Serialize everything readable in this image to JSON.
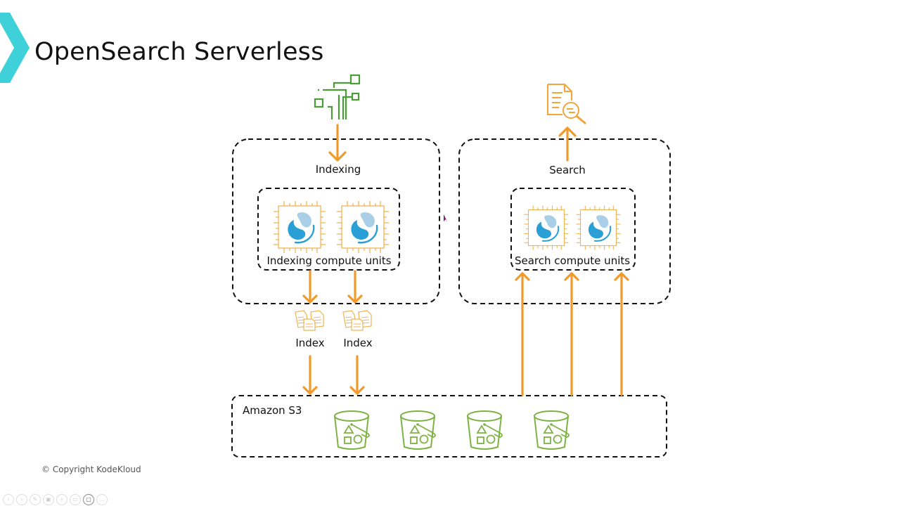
{
  "slide": {
    "title": "OpenSearch Serverless",
    "copyright": "© Copyright KodeKloud",
    "brand_color": "#3fd1d9"
  },
  "colors": {
    "arrow": "#f19a2b",
    "ingest_icon": "#4b9b37",
    "bucket": "#7cb342",
    "chip": "#f0b455",
    "opensearch_dark": "#2a9fd6",
    "opensearch_light": "#a9cfe6",
    "dashed_border": "#111111"
  },
  "diagram": {
    "ingest_source": {
      "icon": "data-stream-icon"
    },
    "search_client": {
      "icon": "document-search-icon"
    },
    "indexing_group": {
      "label": "Indexing",
      "compute": {
        "label": "Indexing compute units",
        "units": 2,
        "icon": "opensearch-chip-icon"
      }
    },
    "search_group": {
      "label": "Search",
      "compute": {
        "label": "Search compute units",
        "units": 2,
        "icon": "opensearch-chip-icon"
      }
    },
    "indexes": [
      {
        "label": "Index",
        "icon": "documents-icon"
      },
      {
        "label": "Index",
        "icon": "documents-icon"
      }
    ],
    "storage": {
      "label": "Amazon S3",
      "buckets": [
        {
          "icon": "s3-bucket-icon"
        },
        {
          "icon": "s3-bucket-icon"
        },
        {
          "icon": "s3-bucket-icon"
        },
        {
          "icon": "s3-bucket-icon"
        }
      ]
    },
    "edges": [
      {
        "from": "ingest_source",
        "to": "indexing_group",
        "direction": "down"
      },
      {
        "from": "indexing_compute",
        "to": "index_1",
        "direction": "down"
      },
      {
        "from": "indexing_compute",
        "to": "index_2",
        "direction": "down"
      },
      {
        "from": "index_1",
        "to": "storage",
        "direction": "down"
      },
      {
        "from": "index_2",
        "to": "storage",
        "direction": "down"
      },
      {
        "from": "storage",
        "to": "search_compute",
        "direction": "up",
        "count": 3
      },
      {
        "from": "search_group",
        "to": "search_client",
        "direction": "up"
      }
    ]
  },
  "presenter_toolbar": {
    "buttons": [
      {
        "icon": "previous-icon",
        "glyph": "‹"
      },
      {
        "icon": "next-icon",
        "glyph": "›"
      },
      {
        "icon": "pen-icon",
        "glyph": "✎"
      },
      {
        "icon": "slides-icon",
        "glyph": "▣"
      },
      {
        "icon": "zoom-icon",
        "glyph": "⌕"
      },
      {
        "icon": "screen-icon",
        "glyph": "▭"
      },
      {
        "icon": "camera-icon",
        "glyph": "▢"
      },
      {
        "icon": "more-icon",
        "glyph": "…"
      }
    ]
  }
}
